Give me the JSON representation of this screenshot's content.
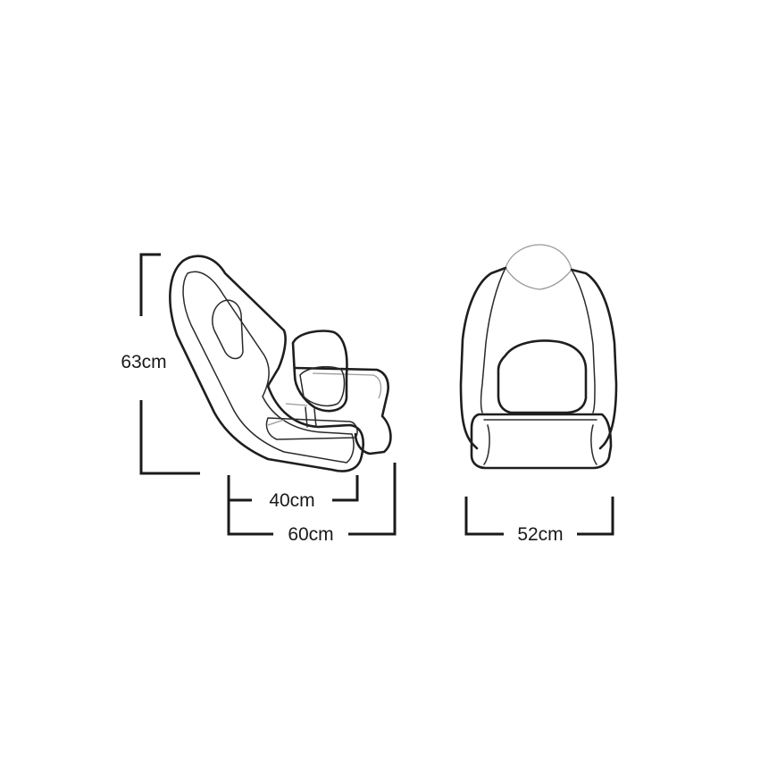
{
  "dimensions": {
    "height": "63cm",
    "seat_depth": "40cm",
    "overall_depth": "60cm",
    "width": "52cm"
  },
  "colors": {
    "line": "#1a1a1a",
    "background": "#ffffff"
  }
}
